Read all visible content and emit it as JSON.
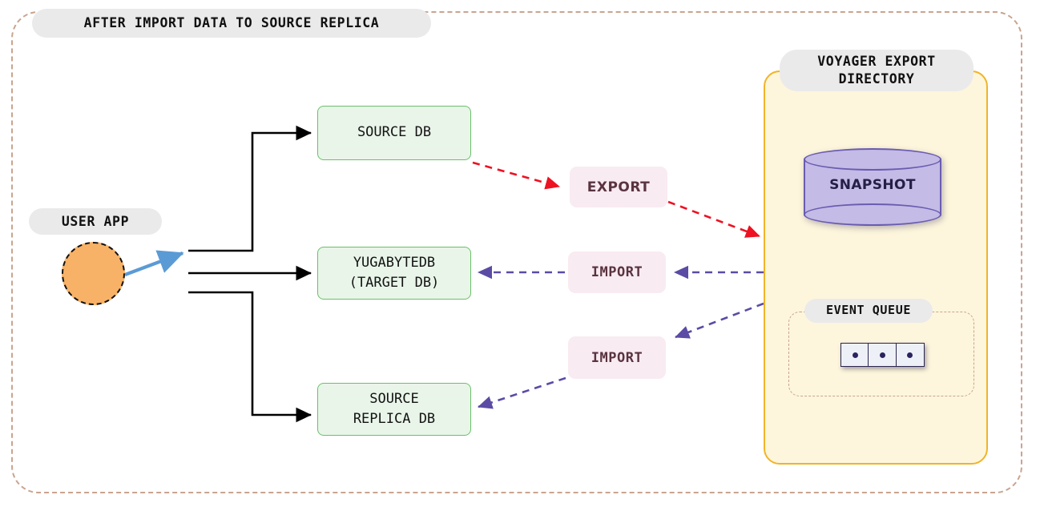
{
  "diagram": {
    "title": "AFTER IMPORT DATA TO SOURCE REPLICA",
    "frame_border_color": "#c9a48f"
  },
  "actors": {
    "user_app": {
      "label": "USER APP",
      "shape": "circle",
      "fill_color": "#f7b267",
      "border_color": "#111111"
    }
  },
  "databases": [
    {
      "id": "source-db",
      "label": "SOURCE DB",
      "fill_color": "#e9f5e9",
      "border_color": "#6cbf6c"
    },
    {
      "id": "yugabytedb-target-db",
      "label": "YUGABYTEDB\n(TARGET DB)",
      "fill_color": "#e9f5e9",
      "border_color": "#6cbf6c"
    },
    {
      "id": "source-replica-db",
      "label": "SOURCE\nREPLICA DB",
      "fill_color": "#e9f5e9",
      "border_color": "#6cbf6c"
    }
  ],
  "operations": [
    {
      "id": "export",
      "label": "EXPORT",
      "fill_color": "#f8ebf1",
      "text_color": "#5a3340",
      "arrow_color": "#ee1122",
      "from": "SOURCE DB",
      "to": "VOYAGER EXPORT DIRECTORY"
    },
    {
      "id": "import-target",
      "label": "IMPORT",
      "fill_color": "#f8ebf1",
      "text_color": "#5a3340",
      "arrow_color": "#5b4ba5",
      "from": "VOYAGER EXPORT DIRECTORY",
      "to": "YUGABYTEDB (TARGET DB)"
    },
    {
      "id": "import-replica",
      "label": "IMPORT",
      "fill_color": "#f8ebf1",
      "text_color": "#5a3340",
      "arrow_color": "#5b4ba5",
      "from": "VOYAGER EXPORT DIRECTORY",
      "to": "SOURCE REPLICA DB"
    }
  ],
  "voyager": {
    "title": "VOYAGER EXPORT\nDIRECTORY",
    "panel_fill": "#fdf6dc",
    "panel_border": "#f0b429",
    "snapshot": {
      "label": "SNAPSHOT",
      "shape": "cylinder",
      "fill_color": "#c4bbe6",
      "border_color": "#6a5cb0"
    },
    "event_queue": {
      "label": "EVENT QUEUE",
      "cell_count": 3,
      "cells": [
        "event",
        "event",
        "event"
      ],
      "cell_fill": "#eef0f7",
      "cell_border": "#2a2550"
    }
  }
}
